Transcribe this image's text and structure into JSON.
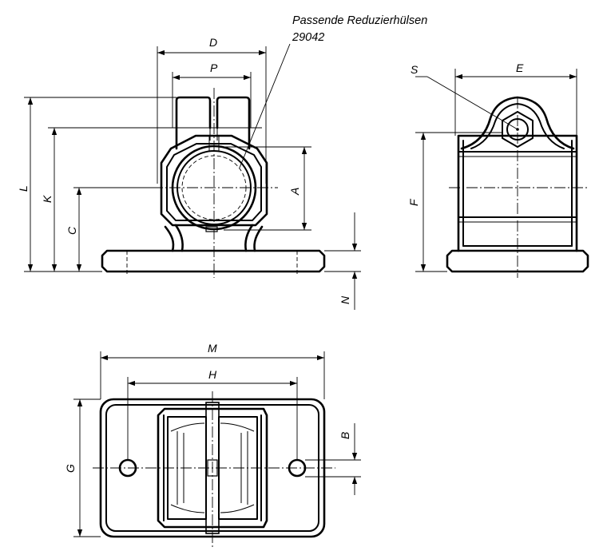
{
  "note": {
    "line1": "Passende Reduzierhülsen",
    "line2": "29042"
  },
  "dimensions": {
    "D": "D",
    "P": "P",
    "A": "A",
    "L": "L",
    "K": "K",
    "C": "C",
    "N": "N",
    "S": "S",
    "E": "E",
    "F": "F",
    "M": "M",
    "H": "H",
    "G": "G",
    "B": "B"
  }
}
